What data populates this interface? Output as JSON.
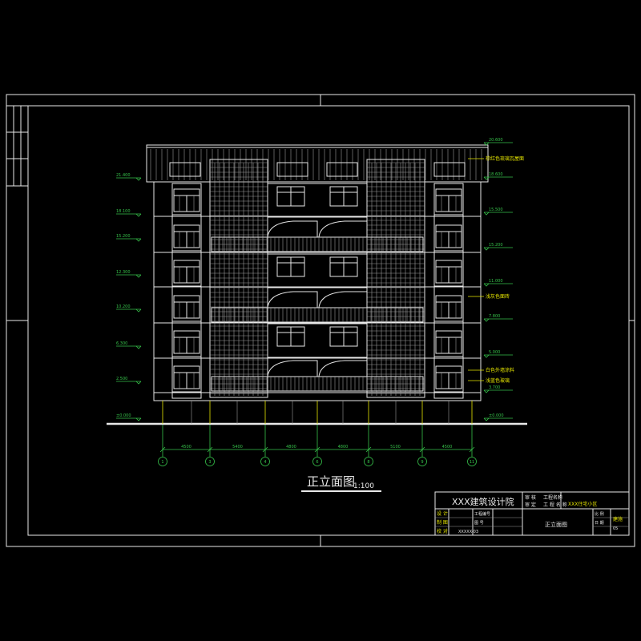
{
  "drawing": {
    "title": "正立面图",
    "scale": "1:100"
  },
  "levels_left": [
    "21.400",
    "18.100",
    "15.200",
    "12.300",
    "10.200",
    "6.300",
    "2.500",
    "±0.000"
  ],
  "levels_right": [
    "20.600",
    "18.600",
    "15.500",
    "15.200",
    "11.000",
    "7.800",
    "5.000",
    "3.700",
    "±0.000"
  ],
  "callouts": [
    "棕红色琉璃瓦屋面",
    "浅灰色面砖",
    "白色外墙涂料",
    "浅蓝色玻璃"
  ],
  "axes": [
    {
      "label": "1",
      "dim": "4500"
    },
    {
      "label": "3",
      "dim": "5400"
    },
    {
      "label": "4",
      "dim": "4800"
    },
    {
      "label": "6",
      "dim": "4800"
    },
    {
      "label": "8",
      "dim": "5100"
    },
    {
      "label": "9",
      "dim": "4500"
    },
    {
      "label": "11",
      "dim": ""
    }
  ],
  "title_block": {
    "company": "XXX建筑设计院",
    "approval": [
      "审 核",
      "审 定"
    ],
    "project_labels": [
      "工程名称",
      "工 程 名 称"
    ],
    "project": "XXX住宅小区",
    "drawing_name": "正立面图",
    "designed_by": [
      "设 计",
      "制 图",
      "校 对"
    ],
    "fields": [
      "工程编号",
      "图 号",
      "比 例",
      "日 期"
    ],
    "drawing_no": "XXXXX-03",
    "sheet": "建施",
    "sheet_no": "05"
  },
  "colors": {
    "line": "#e8e8e8",
    "dim": "#36c24a",
    "note": "#e6e600",
    "background": "#000000"
  }
}
